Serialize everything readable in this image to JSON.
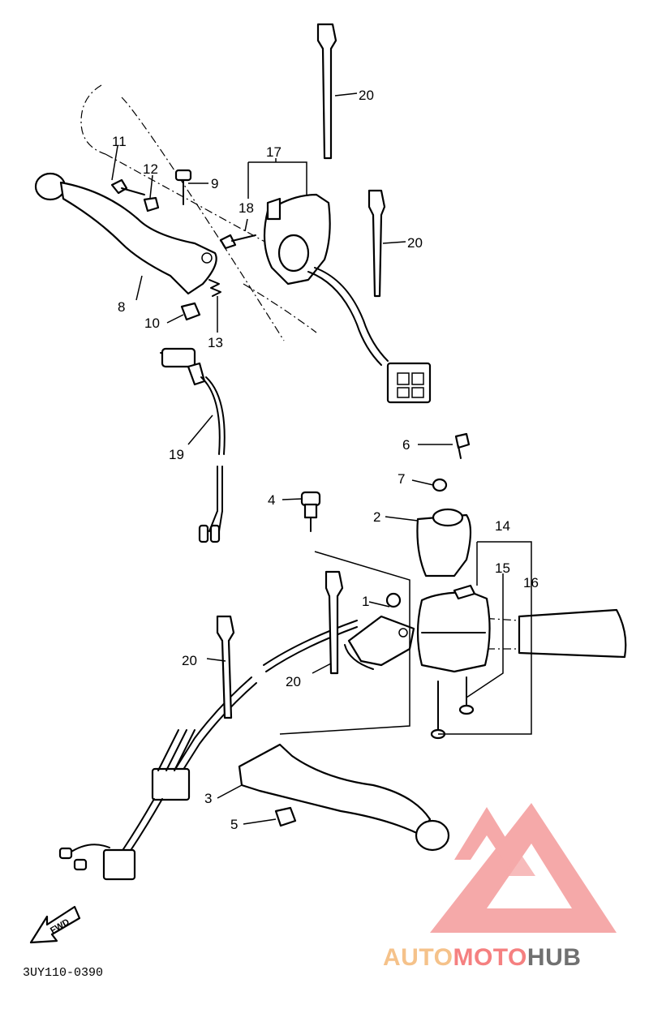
{
  "diagram": {
    "callouts": {
      "c1": "1",
      "c2": "2",
      "c3": "3",
      "c4": "4",
      "c5": "5",
      "c6": "6",
      "c7": "7",
      "c8": "8",
      "c9": "9",
      "c10": "10",
      "c11": "11",
      "c12": "12",
      "c13": "13",
      "c14": "14",
      "c15": "15",
      "c16": "16",
      "c17": "17",
      "c18": "18",
      "c19": "19",
      "c20a": "20",
      "c20b": "20",
      "c20c": "20",
      "c20d": "20"
    },
    "fwd_label": "FWD",
    "figure_code": "3UY110-0390"
  },
  "watermark": {
    "part1": "AUTO",
    "part2": "MOTO",
    "part3": "HUB",
    "colors": {
      "auto": "#f5c28a",
      "moto": "#f58080",
      "hub": "#707070",
      "logo": "#f4a0a0"
    }
  }
}
